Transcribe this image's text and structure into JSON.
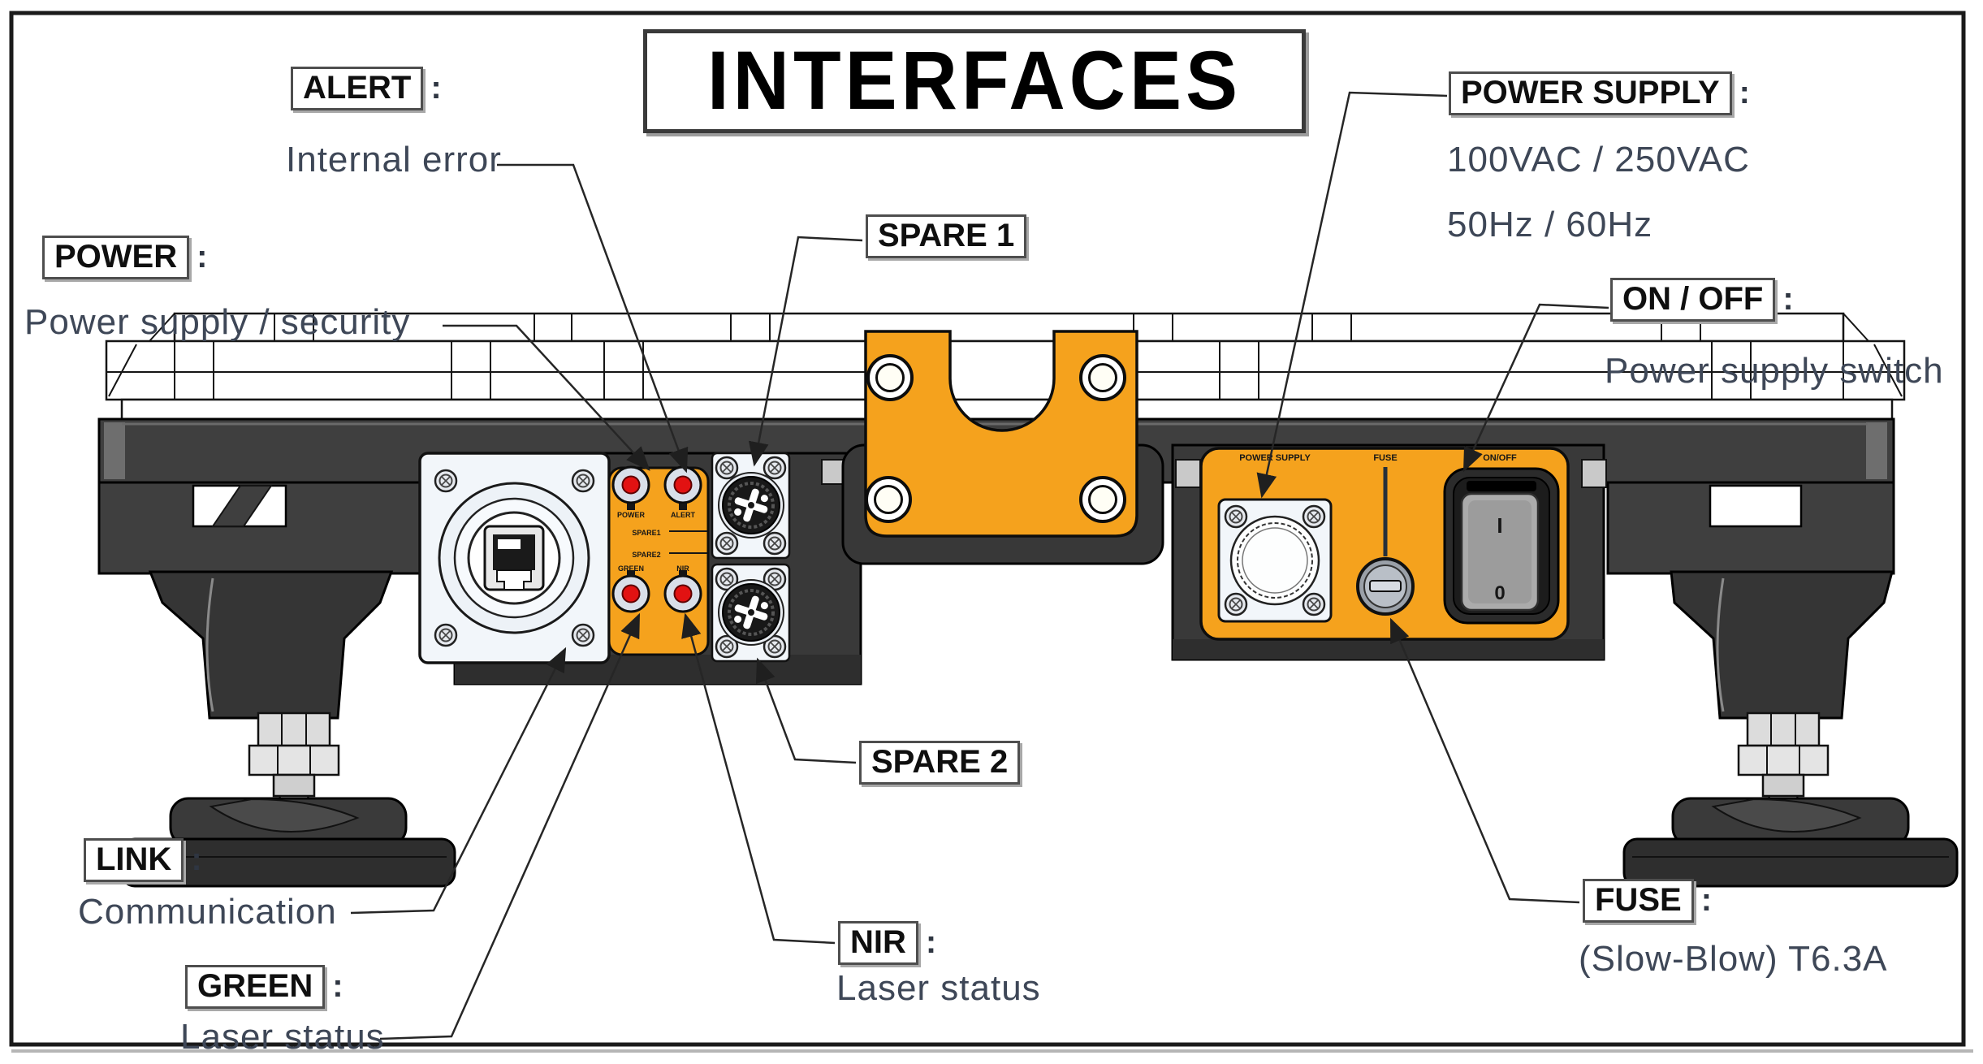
{
  "title": "INTERFACES",
  "ui": {
    "colon": ":"
  },
  "callouts": {
    "alert": {
      "tag": "ALERT",
      "desc": "Internal error"
    },
    "power": {
      "tag": "POWER",
      "desc": "Power supply / security"
    },
    "spare1": {
      "tag": "SPARE 1"
    },
    "spare2": {
      "tag": "SPARE 2"
    },
    "link": {
      "tag": "LINK",
      "desc": "Communication"
    },
    "green": {
      "tag": "GREEN",
      "desc": "Laser status"
    },
    "nir": {
      "tag": "NIR",
      "desc": "Laser status"
    },
    "power_supply": {
      "tag": "POWER SUPPLY",
      "desc_line1": "100VAC / 250VAC",
      "desc_line2": "50Hz / 60Hz"
    },
    "onoff": {
      "tag": "ON / OFF",
      "desc": "Power supply switch"
    },
    "fuse": {
      "tag": "FUSE",
      "desc": "(Slow-Blow) T6.3A"
    }
  },
  "panel_labels": {
    "led_panel": {
      "power": "POWER",
      "alert": "ALERT",
      "spare1": "SPARE1",
      "spare2": "SPARE2",
      "green": "GREEN",
      "nir": "NIR"
    },
    "right_panel": {
      "power_supply": "POWER SUPPLY",
      "fuse": "FUSE",
      "onoff": "ON/OFF",
      "switch_on": "I",
      "switch_off": "0"
    }
  },
  "colors": {
    "orange": "#F5A21D",
    "chassis_dark": "#3F3F3F",
    "recess_dark": "#393939",
    "led_red": "#E21212",
    "label_text": "#3E4757",
    "box_text": "#0F0F0F",
    "line": "#262626"
  }
}
